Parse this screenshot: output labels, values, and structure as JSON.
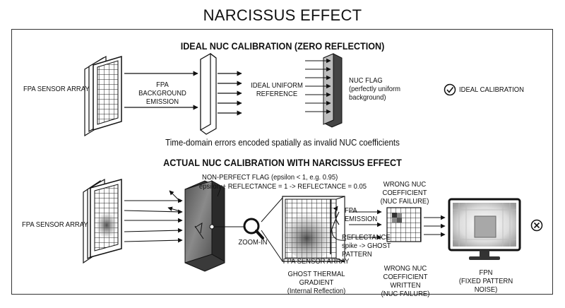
{
  "title": "NARCISSUS EFFECT",
  "ideal": {
    "heading": "IDEAL NUC CALIBRATION (ZERO REFLECTION)",
    "fpa_label": "FPA SENSOR ARRAY",
    "background_label": "FPA BACKGROUND\nEMISSION",
    "reference_label": "IDEAL UNIFORM\nREFERENCE",
    "flag_label": "NUC FLAG\n(perfectly uniform\nbackground)",
    "status_label": "IDEAL CALIBRATION"
  },
  "middle_caption": "Time-domain errors encoded spatially as invalid NUC coefficients",
  "actual": {
    "heading": "ACTUAL NUC CALIBRATION WITH NARCISSUS EFFECT",
    "fpa_label": "FPA SENSOR ARRAY",
    "flag_note_1": "NON-PERFECT FLAG (epsilon < 1, e.g. 0.95)",
    "flag_note_2": "epsilon + REFLECTANCE = 1 -> REFLECTANCE = 0.05",
    "zoom_label": "ZOOM-IN",
    "fpa_emission_label": "FPA\nEMISSION",
    "reflectance_label": "REFLECTANCE\nspike -> GHOST\nPATTERN",
    "zoom_fpa_label": "FPA SENSOR ARRAY",
    "ghost_label": "GHOST THERMAL GRADIENT\n(Internal Reflection)",
    "wrong_coef_top": "WRONG NUC\nCOEFFICIENT\n(NUC FAILURE)",
    "wrong_coef_bottom": "WRONG NUC\nCOEFFICIENT WRITTEN\n(NUC FAILURE)",
    "fpn_label": "FPN\n(FIXED PATTERN NOISE)"
  }
}
